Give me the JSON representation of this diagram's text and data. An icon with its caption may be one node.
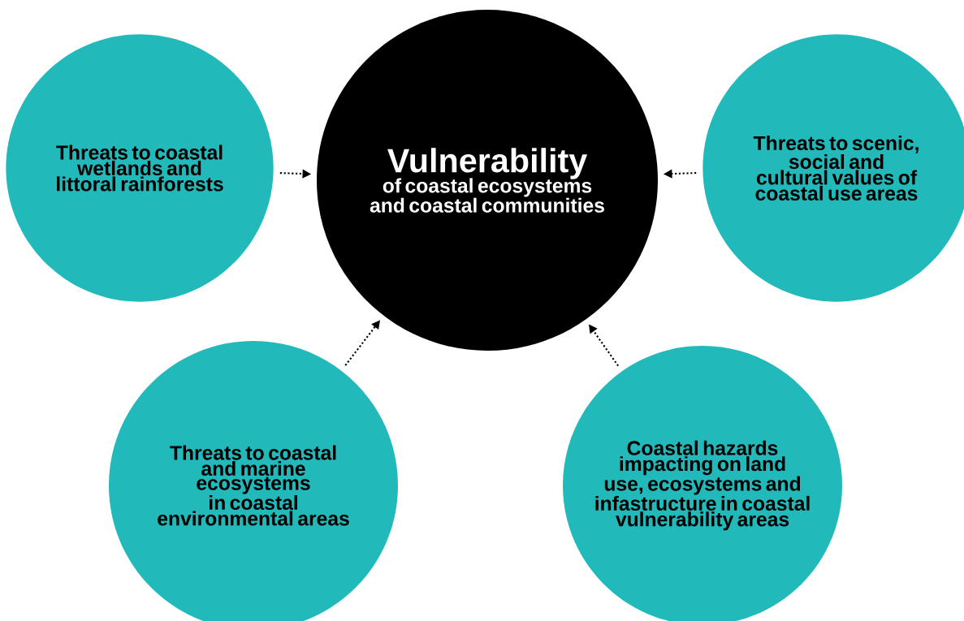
{
  "diagram": {
    "nodes": [
      {
        "text": [
          "Vulnerability",
          "of coastal ecosystems and coastal communities"
        ]
      },
      {
        "text": [
          "Threats to coastal wetlands and littoral rainforests"
        ]
      },
      {
        "text": [
          "Threats to scenic, social and cultural values of coastal use areas"
        ]
      },
      {
        "text": [
          "Threats to coastal and marine ecosystems in coastal environmental areas"
        ]
      },
      {
        "text": [
          "Coastal hazards impacting on land use, ecosystems and infastructure in coastal vulnerability areas"
        ]
      }
    ],
    "edges": [
      {
        "from": 1,
        "to": 0,
        "arrow": "to"
      },
      {
        "from": 2,
        "to": 0,
        "arrow": "to"
      },
      {
        "from": 3,
        "to": 0,
        "arrow": "to"
      },
      {
        "from": 4,
        "to": 0,
        "arrow": "to"
      }
    ]
  }
}
